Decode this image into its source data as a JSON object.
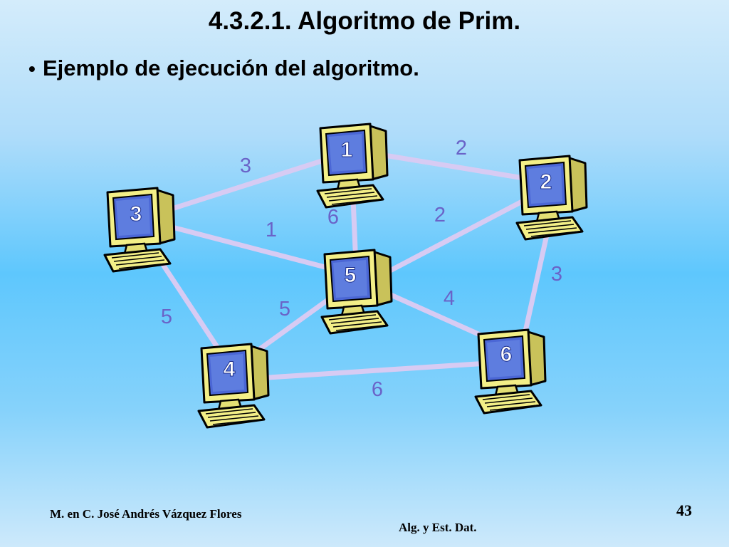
{
  "slide": {
    "title": "4.3.2.1. Algoritmo de Prim.",
    "bullet": "Ejemplo de ejecución del algoritmo.",
    "footer_author": "M. en C. José Andrés Vázquez Flores",
    "footer_course": "Alg. y Est. Dat.",
    "page_number": "43"
  },
  "graph": {
    "nodes": [
      {
        "id": "1",
        "label": "1",
        "icon": "computer-icon"
      },
      {
        "id": "2",
        "label": "2",
        "icon": "computer-icon"
      },
      {
        "id": "3",
        "label": "3",
        "icon": "computer-icon"
      },
      {
        "id": "4",
        "label": "4",
        "icon": "computer-icon"
      },
      {
        "id": "5",
        "label": "5",
        "icon": "computer-icon"
      },
      {
        "id": "6",
        "label": "6",
        "icon": "computer-icon"
      }
    ],
    "edges": [
      {
        "from": "1",
        "to": "2",
        "weight": "2"
      },
      {
        "from": "1",
        "to": "3",
        "weight": "3"
      },
      {
        "from": "1",
        "to": "5",
        "weight": "6"
      },
      {
        "from": "2",
        "to": "5",
        "weight": "2"
      },
      {
        "from": "2",
        "to": "6",
        "weight": "3"
      },
      {
        "from": "3",
        "to": "5",
        "weight": "1"
      },
      {
        "from": "3",
        "to": "4",
        "weight": "5"
      },
      {
        "from": "4",
        "to": "5",
        "weight": "5"
      },
      {
        "from": "5",
        "to": "6",
        "weight": "4"
      },
      {
        "from": "4",
        "to": "6",
        "weight": "6"
      }
    ],
    "colors": {
      "edge": "#d7cbf3",
      "weight_text": "#6a63c8",
      "monitor": "#f3ef87",
      "screen": "#4b67d6",
      "node_text": "#ffffff"
    }
  }
}
